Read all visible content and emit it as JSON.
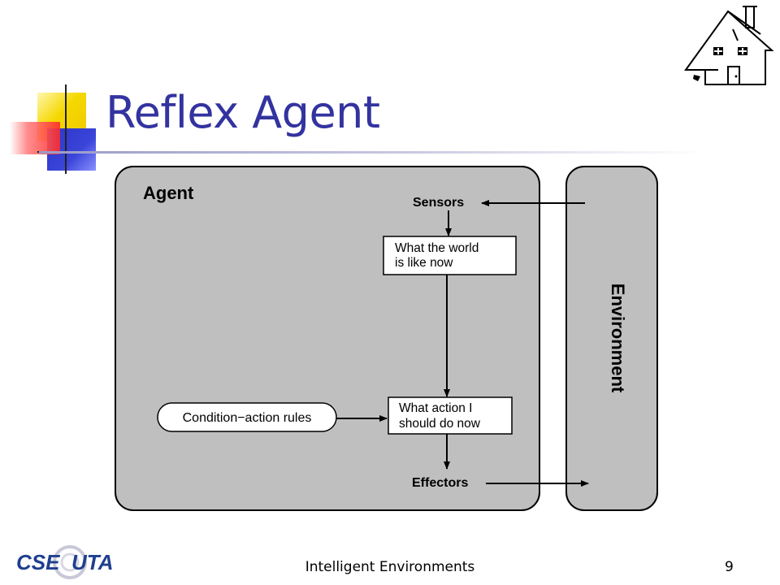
{
  "slide": {
    "title": "Reflex Agent",
    "footer_text": "Intelligent Environments",
    "page_number": "9"
  },
  "diagram": {
    "agent_label": "Agent",
    "environment_label": "Environment",
    "sensors_label": "Sensors",
    "world_state_lines": [
      "What the world",
      "is like now"
    ],
    "action_lines": [
      "What action I",
      "should do now"
    ],
    "rules_label": "Condition−action rules",
    "effectors_label": "Effectors"
  },
  "logo": {
    "left_text": "CSE",
    "right_text": "UTA",
    "brand_color": "#1f3f8f"
  },
  "colors": {
    "title": "#3333a0",
    "panel_fill": "#bfbfbf",
    "deco_yellow": "#f5d800",
    "deco_blue": "#2b35c8",
    "deco_red": "#ff2a2a"
  },
  "icons": [
    "house-icon",
    "corner-squares-decoration"
  ]
}
